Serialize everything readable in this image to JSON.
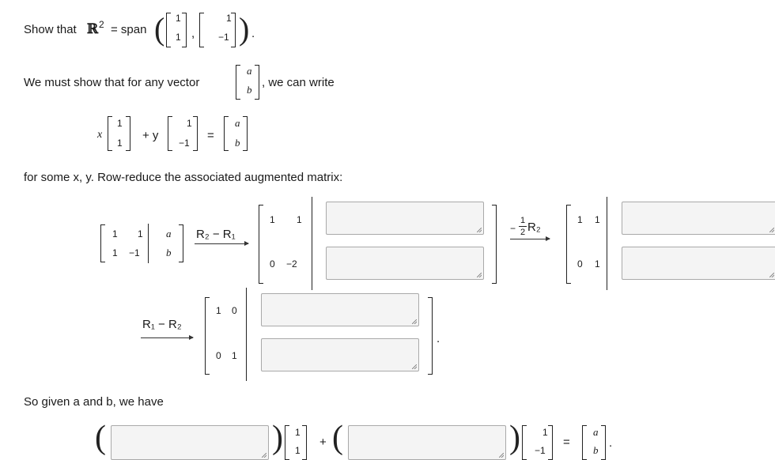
{
  "intro": {
    "show_that": "Show that",
    "R": "ℝ",
    "exp": "2",
    "equals_span": "= span",
    "v1": [
      "1",
      "1"
    ],
    "v2": [
      "1",
      "−1"
    ],
    "period": "."
  },
  "line2": {
    "text": "We must show that for any vector",
    "vec": [
      "a",
      "b"
    ],
    "tail": ", we can write"
  },
  "equation": {
    "x": "x",
    "plus_y": "+ y",
    "v1": [
      "1",
      "1"
    ],
    "v2": [
      "1",
      "−1"
    ],
    "eq": "=",
    "rhs": [
      "a",
      "b"
    ]
  },
  "line3": {
    "text": "for some x, y. Row-reduce the associated augmented matrix:"
  },
  "matrix0": {
    "row1": [
      "1",
      "1",
      "a"
    ],
    "row2": [
      "1",
      "−1",
      "b"
    ]
  },
  "op1": "R₂ − R₁",
  "matrix1": {
    "row1": [
      "1",
      "1"
    ],
    "row2": [
      "0",
      "−2"
    ]
  },
  "op2": {
    "prefix": "−",
    "num": "1",
    "den": "2",
    "label": "R₂"
  },
  "matrix2": {
    "row1": [
      "1",
      "1"
    ],
    "row2": [
      "0",
      "1"
    ]
  },
  "op3": "R₁ − R₂",
  "matrix3": {
    "row1": [
      "1",
      "0"
    ],
    "row2": [
      "0",
      "1"
    ],
    "period": "."
  },
  "conclusion": {
    "text": "So given a and b, we have"
  },
  "final_eq": {
    "v1": [
      "1",
      "1"
    ],
    "plus": "+",
    "v2": [
      "1",
      "−1"
    ],
    "eq": "=",
    "rhs": [
      "a",
      "b"
    ],
    "period": "."
  },
  "answers": {
    "m1_r1": "",
    "m1_r2": "",
    "m2_r1": "",
    "m2_r2": "",
    "m3_r1": "",
    "m3_r2": "",
    "coef_x": "",
    "coef_y": ""
  }
}
